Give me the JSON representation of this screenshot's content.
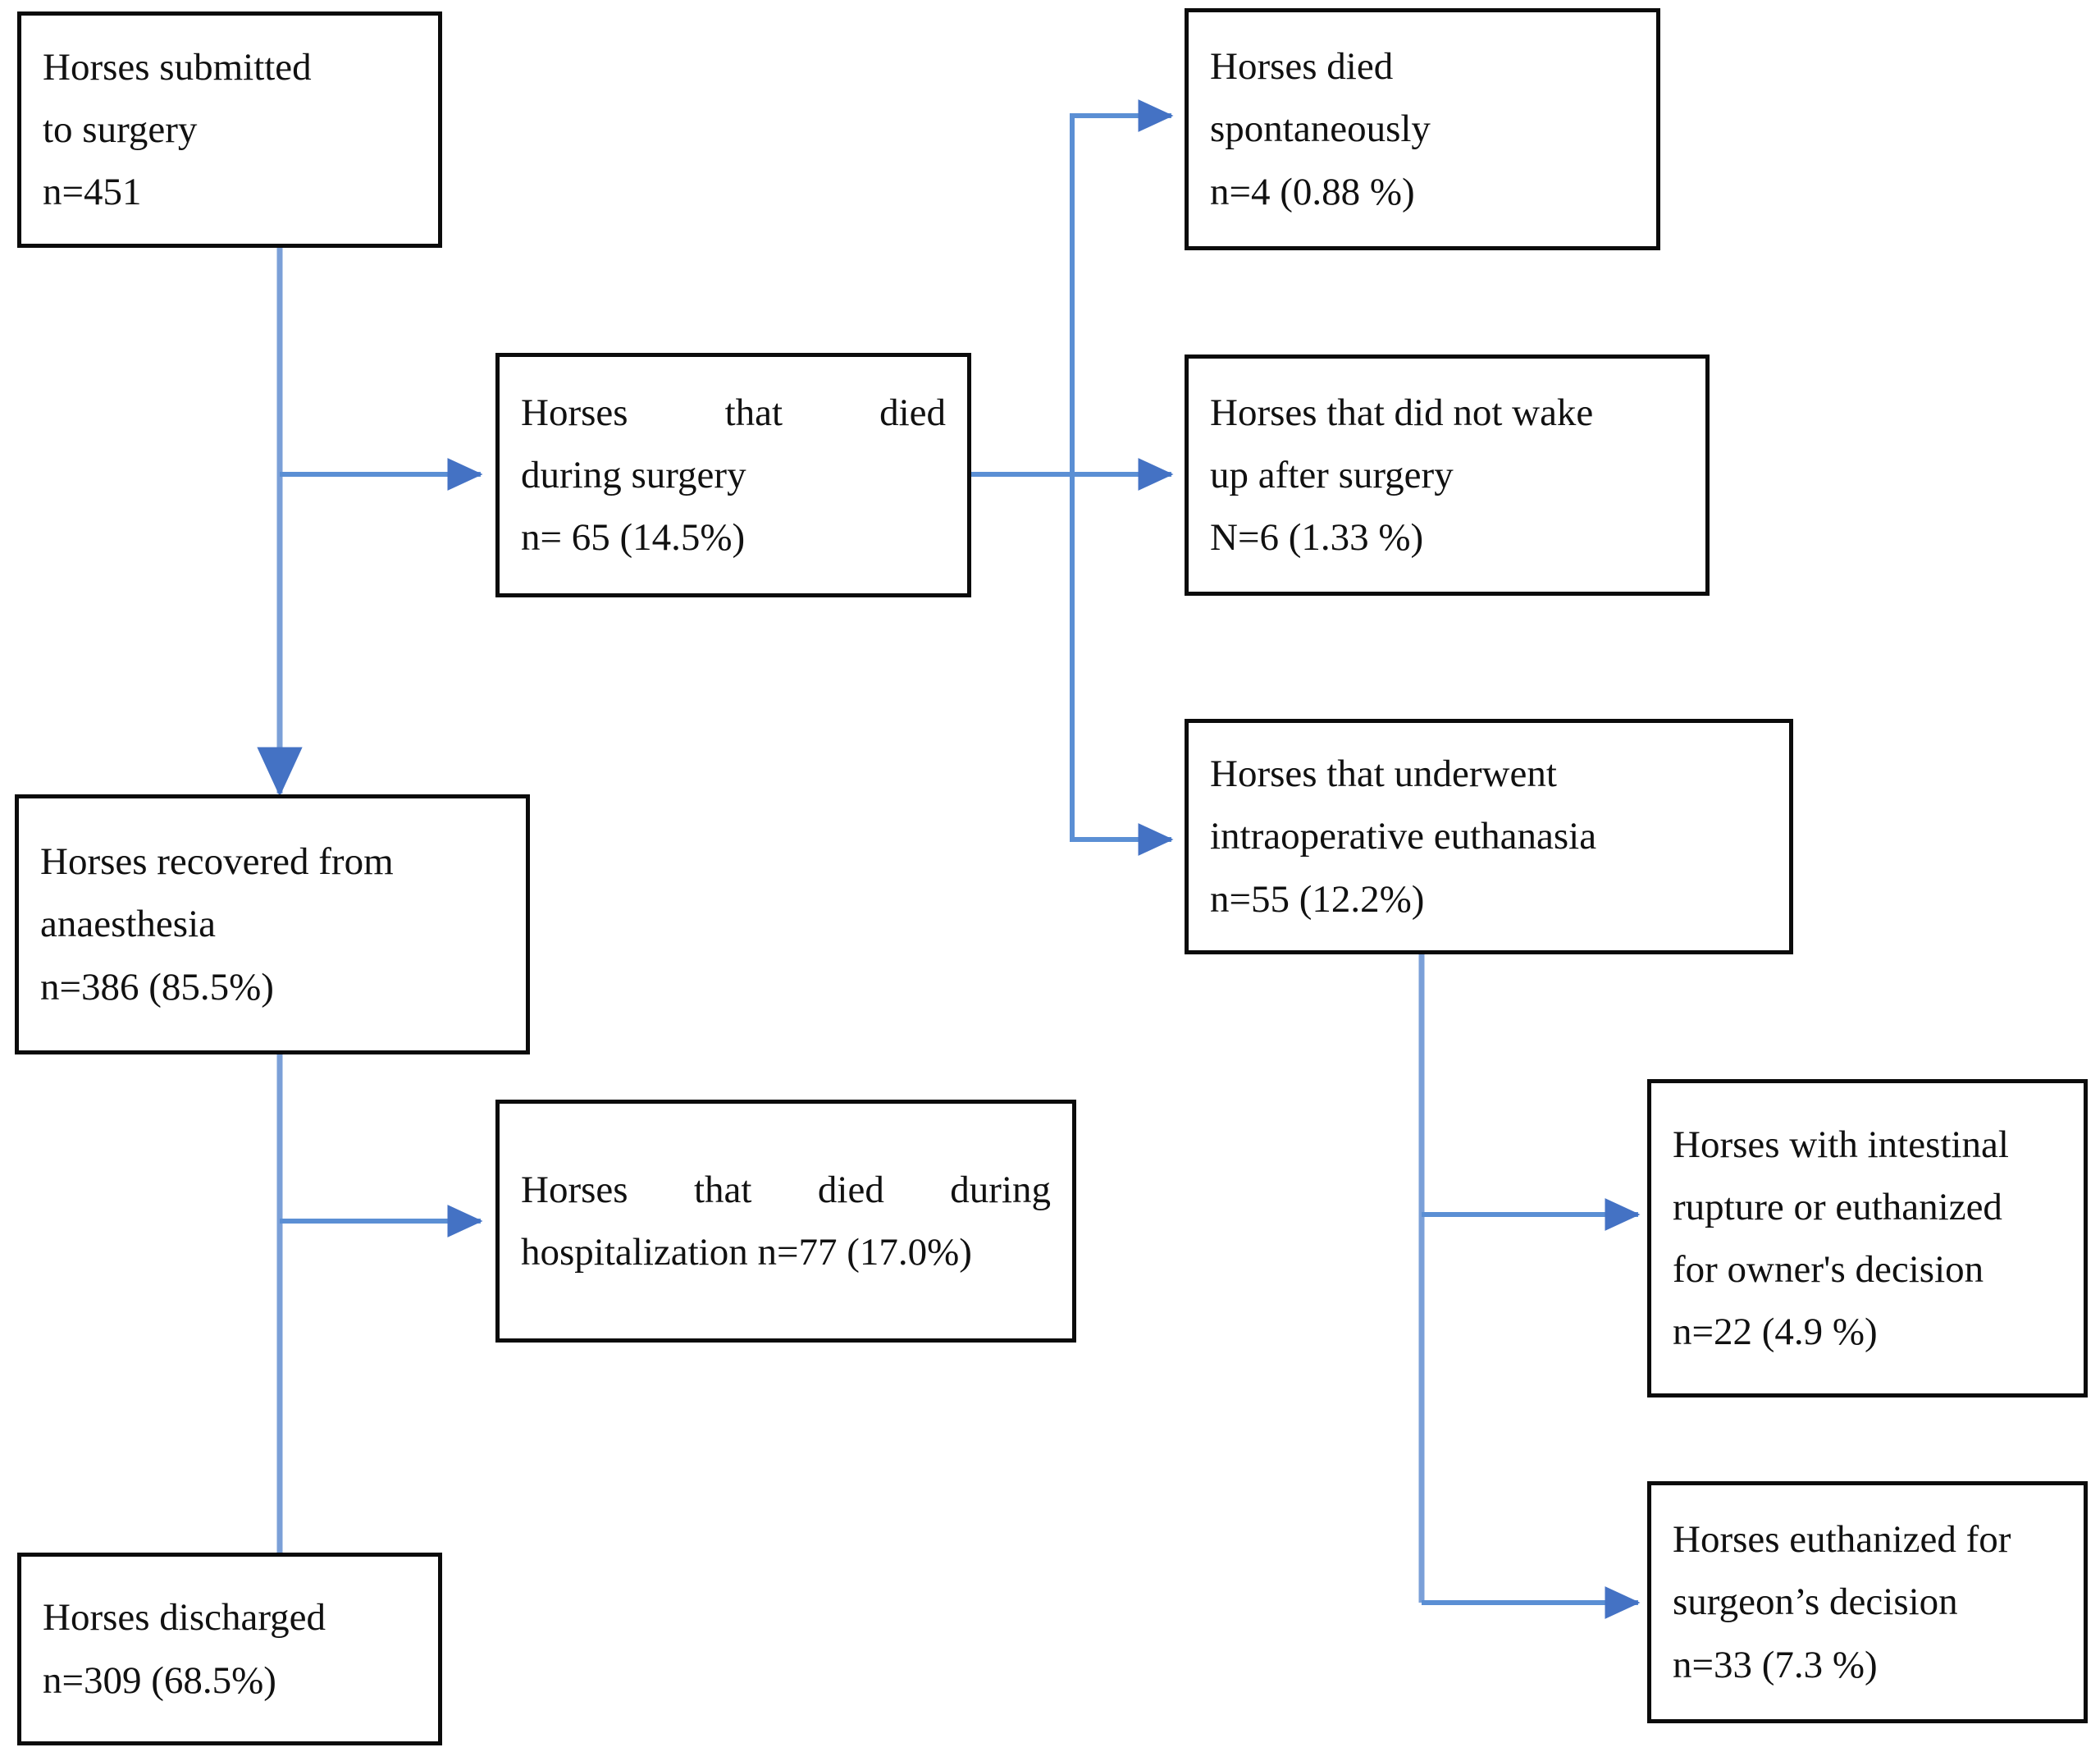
{
  "diagram": {
    "title": "Horses submitted to surgery outcome flowchart",
    "type": "flowchart",
    "colors": {
      "node_border": "#0b0b0b",
      "node_fill": "#ffffff",
      "connector": "#5b8fd4",
      "arrowhead": "#4472c4",
      "text": "#111111"
    },
    "nodes": [
      {
        "id": "submitted",
        "name": "horses-submitted-to-surgery",
        "lines": [
          "Horses submitted",
          "to surgery",
          "n=451"
        ],
        "label": "Horses submitted to surgery",
        "n": 451,
        "percent": null,
        "align": "left"
      },
      {
        "id": "died-surgery",
        "name": "horses-died-during-surgery",
        "lines": [
          "Horses     that     died",
          "during surgery",
          "n= 65 (14.5%)"
        ],
        "label": "Horses that died during surgery",
        "n": 65,
        "percent": "14.5%",
        "align": "justify"
      },
      {
        "id": "died-spontaneously",
        "name": "horses-died-spontaneously",
        "lines": [
          "Horses died",
          "spontaneously",
          "n=4 (0.88 %)"
        ],
        "label": "Horses died spontaneously",
        "n": 4,
        "percent": "0.88 %",
        "align": "left"
      },
      {
        "id": "not-wake-up",
        "name": "horses-that-did-not-wake-up-after-surgery",
        "lines": [
          "Horses that did not wake",
          "up after surgery",
          "N=6 (1.33 %)"
        ],
        "label": "Horses that did not wake up after surgery",
        "n": 6,
        "percent": "1.33 %",
        "align": "left"
      },
      {
        "id": "intraop-euthanasia",
        "name": "horses-intraoperative-euthanasia",
        "lines": [
          "Horses that underwent",
          "intraoperative euthanasia",
          "n=55 (12.2%)"
        ],
        "label": "Horses that underwent intraoperative euthanasia",
        "n": 55,
        "percent": "12.2%",
        "align": "left"
      },
      {
        "id": "recovered",
        "name": "horses-recovered-from-anaesthesia",
        "lines": [
          "Horses recovered from",
          "anaesthesia",
          "n=386 (85.5%)"
        ],
        "label": "Horses recovered from anaesthesia",
        "n": 386,
        "percent": "85.5%",
        "align": "left"
      },
      {
        "id": "died-hospitalization",
        "name": "horses-died-during-hospitalization",
        "lines": [
          "Horses    that    died    during",
          "hospitalization n=77 (17.0%)"
        ],
        "label": "Horses that died during hospitalization",
        "n": 77,
        "percent": "17.0%",
        "align": "justify"
      },
      {
        "id": "intestinal-rupture",
        "name": "horses-intestinal-rupture-or-owner-euthanasia",
        "lines": [
          "Horses with intestinal",
          "rupture or euthanized",
          "for owner's decision",
          "n=22 (4.9 %)"
        ],
        "label": "Horses with intestinal rupture or euthanized for owner's decision",
        "n": 22,
        "percent": "4.9 %",
        "align": "left"
      },
      {
        "id": "surgeon-decision",
        "name": "horses-euthanized-surgeon-decision",
        "lines": [
          "Horses euthanized for",
          "surgeon’s decision",
          "n=33 (7.3 %)"
        ],
        "label": "Horses euthanized for surgeon’s decision",
        "n": 33,
        "percent": "7.3 %",
        "align": "left"
      }
    ],
    "edges": [
      {
        "from": "submitted",
        "to": "died-surgery",
        "arrow": true
      },
      {
        "from": "submitted",
        "to": "recovered",
        "arrow": true
      },
      {
        "from": "died-surgery",
        "to": "died-spontaneously",
        "arrow": true
      },
      {
        "from": "died-surgery",
        "to": "not-wake-up",
        "arrow": true
      },
      {
        "from": "died-surgery",
        "to": "intraop-euthanasia",
        "arrow": true
      },
      {
        "from": "recovered",
        "to": "died-hospitalization",
        "arrow": true
      },
      {
        "from": "recovered",
        "to": "discharged",
        "arrow": false
      },
      {
        "from": "intraop-euthanasia",
        "to": "intestinal-rupture",
        "arrow": true
      },
      {
        "from": "intraop-euthanasia",
        "to": "surgeon-decision",
        "arrow": true
      }
    ],
    "extra_nodes": [
      {
        "id": "discharged",
        "name": "horses-discharged",
        "lines": [
          "Horses discharged",
          "n=309 (68.5%)"
        ],
        "label": "Horses discharged",
        "n": 309,
        "percent": "68.5%",
        "align": "left"
      }
    ]
  }
}
